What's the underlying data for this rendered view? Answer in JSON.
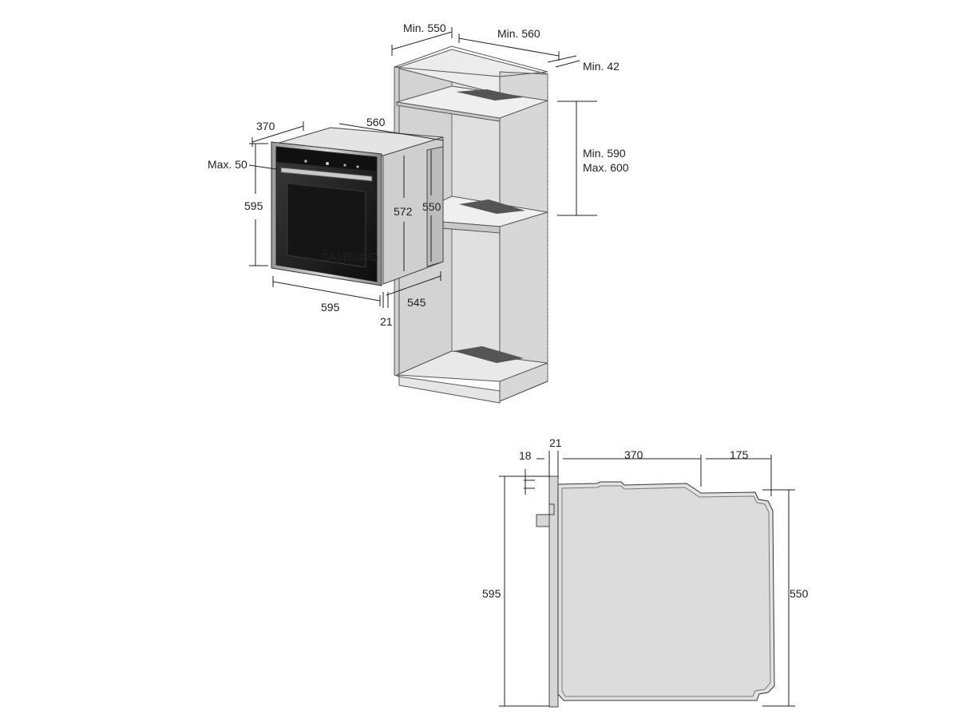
{
  "iso_view": {
    "cabinet": {
      "depth_label": "Min. 550",
      "width_label": "Min. 560",
      "side_label": "Min. 42",
      "height_label_line1": "Min. 590",
      "height_label_line2": "Max. 600"
    },
    "oven": {
      "depth_label": "370",
      "width_top_label": "560",
      "top_offset_label": "Max. 50",
      "height_label": "595",
      "inner_height_label": "572",
      "rear_height_label": "550",
      "front_width_label": "595",
      "rear_width_label": "545",
      "door_thickness_label": "21"
    }
  },
  "side_view": {
    "door_label": "21",
    "panel_label": "18",
    "body_depth_label": "370",
    "rear_depth_label": "175",
    "front_height_label": "595",
    "rear_height_label": "550"
  },
  "colors": {
    "cabinet_fill": "#e2e2e2",
    "cabinet_shade": "#d0d0d0",
    "oven_body": "#d8d8d8",
    "oven_dark": "#1b1b1b",
    "line": "#222222"
  }
}
